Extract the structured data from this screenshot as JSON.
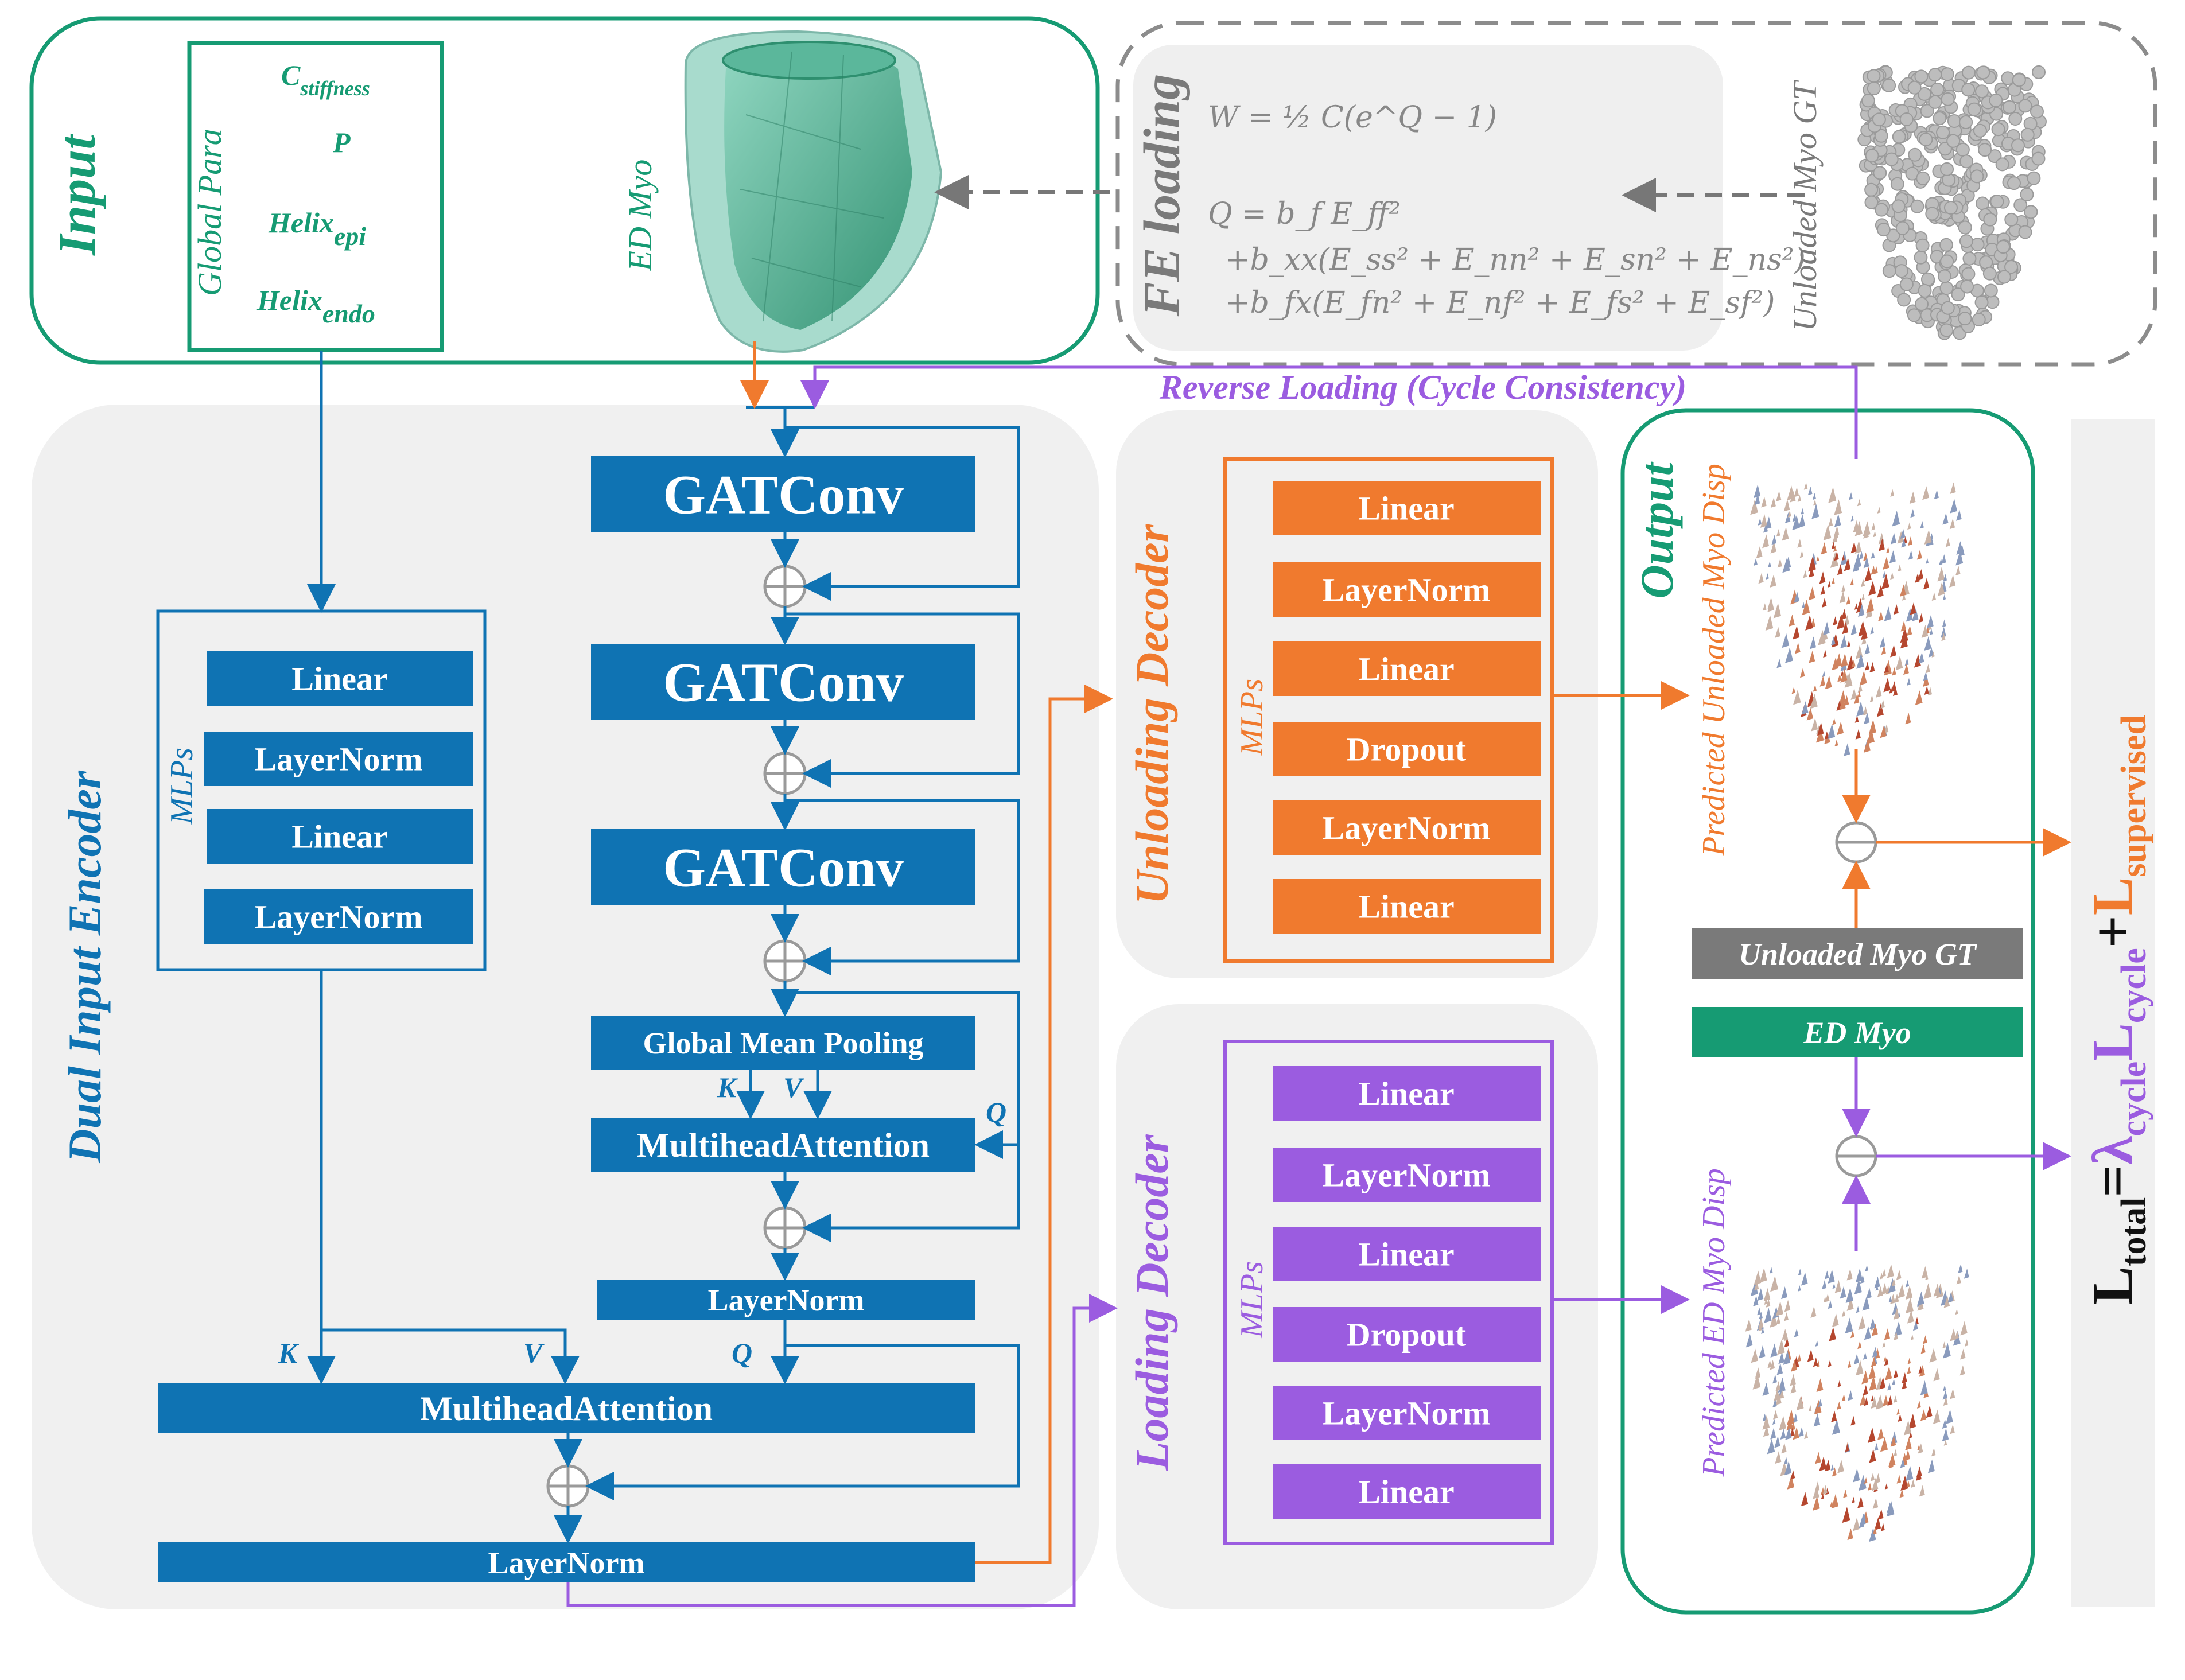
{
  "colors": {
    "blue": "#0f73b3",
    "orange": "#f07a2e",
    "purple": "#9b5ce0",
    "green": "#169b73",
    "gray_box": "#7a7a7a",
    "panel": "#f0f0f0"
  },
  "input": {
    "title": "Input",
    "global_para_label": "Global Para",
    "params": {
      "stiffness": {
        "base": "C",
        "sub": "stiffness"
      },
      "pressure": {
        "base": "P",
        "sub": ""
      },
      "helix_epi": {
        "base": "Helix",
        "sub": "epi"
      },
      "helix_endo": {
        "base": "Helix",
        "sub": "endo"
      }
    },
    "ed_myo_label": "ED Myo"
  },
  "fe_loading": {
    "title": "FE loading",
    "unloaded_label": "Unloaded Myo GT",
    "eq1": "W = ½ C(e^Q − 1)",
    "eq2": "Q = b_f E_ff²",
    "eq3": "+b_xx(E_ss² + E_nn² + E_sn² + E_ns²)",
    "eq4": "+b_fx(E_fn² + E_nf² + E_fs² + E_sf²)"
  },
  "reverse_loading": "Reverse Loading (Cycle Consistency)",
  "encoder": {
    "title": "Dual Input Encoder",
    "mlps_label": "MLPs",
    "mlp_layers": [
      "Linear",
      "LayerNorm",
      "Linear",
      "LayerNorm"
    ],
    "gat_layers": [
      "GATConv",
      "GATConv",
      "GATConv"
    ],
    "pooling": "Global Mean Pooling",
    "attn1": "MultiheadAttention",
    "norm1": "LayerNorm",
    "attn2": "MultiheadAttention",
    "norm2": "LayerNorm",
    "k": "K",
    "v": "V",
    "q": "Q"
  },
  "unloading_decoder": {
    "title": "Unloading Decoder",
    "mlps_label": "MLPs",
    "layers": [
      "Linear",
      "LayerNorm",
      "Linear",
      "Dropout",
      "LayerNorm",
      "Linear"
    ]
  },
  "loading_decoder": {
    "title": "Loading Decoder",
    "mlps_label": "MLPs",
    "layers": [
      "Linear",
      "LayerNorm",
      "Linear",
      "Dropout",
      "LayerNorm",
      "Linear"
    ]
  },
  "output": {
    "title": "Output",
    "pred_unloaded": "Predicted Unloaded Myo Disp",
    "pred_ed": "Predicted ED Myo Disp",
    "unloaded_gt": "Unloaded Myo GT",
    "ed_myo": "ED Myo"
  },
  "loss": {
    "lhs_base": "L",
    "lhs_sub": "total",
    "eq": "=",
    "lambda_base": "λ",
    "lambda_sub": "cycle",
    "cycle_base": "L",
    "cycle_sub": "cycle",
    "plus": "+",
    "sup_base": "L",
    "sup_sub": "supervised"
  }
}
